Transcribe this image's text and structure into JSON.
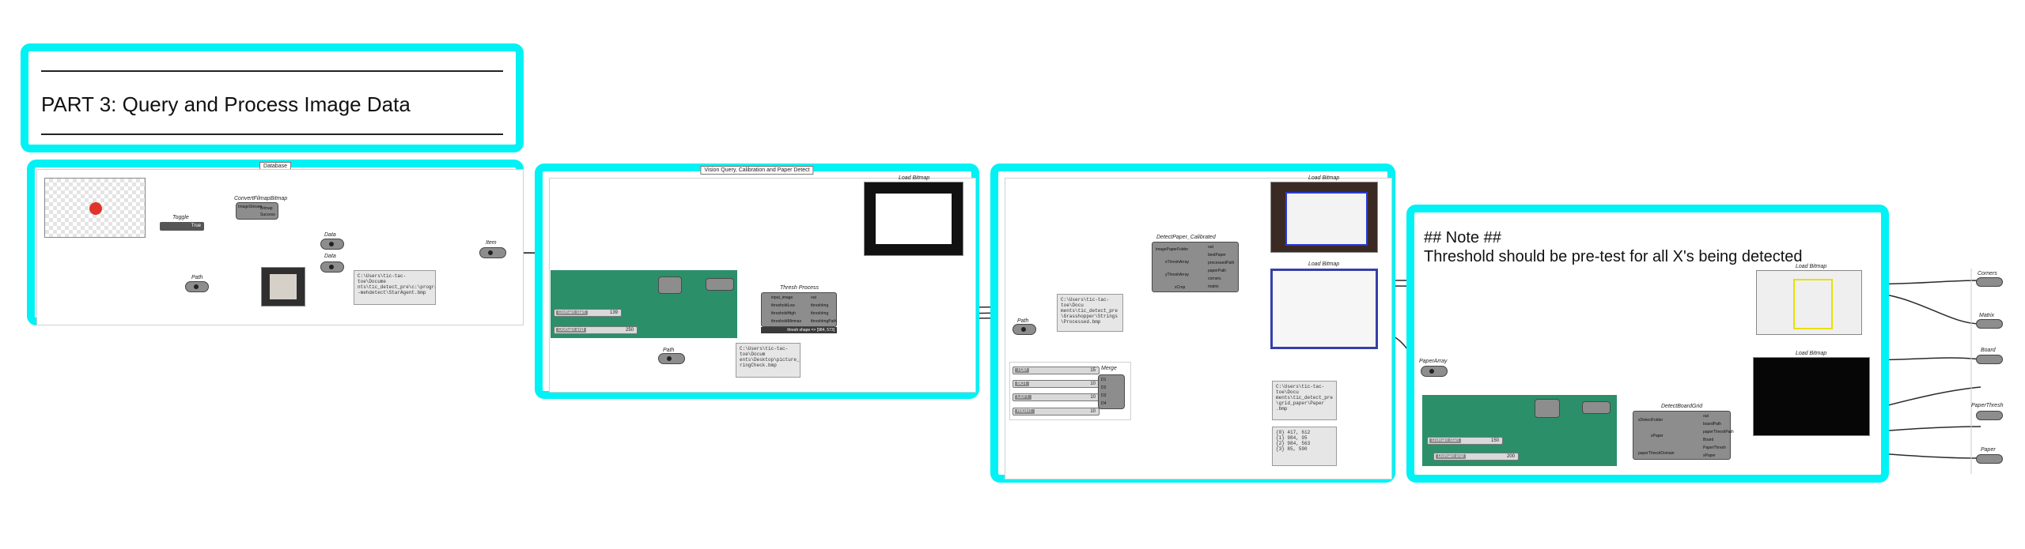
{
  "part_title": "PART 3: Query and Process Image Data",
  "groups": {
    "g1": "Database",
    "g2": "Vision Query, Calibration and Paper Detect"
  },
  "note": {
    "heading": "## Note ##",
    "body": "Threshold should be pre-test for all X's being detected"
  },
  "nodes": {
    "convert": {
      "label": "ConvertFilmapBitmap",
      "inputs": [
        "ImageStream"
      ],
      "outputs": [
        "Bitmap",
        "Success"
      ]
    },
    "toggle": {
      "label": "Toggle",
      "value": "True"
    },
    "data1": "Data",
    "data2": "Data",
    "path1": "Path",
    "path2": "Path",
    "path3": "Path",
    "item": "Item",
    "thresh": {
      "label": "Thresh Process",
      "inputs": [
        "input_image",
        "thresholdLow",
        "thresholdHigh",
        "thresholdMinmax"
      ],
      "outputs": [
        "out",
        "threshImg",
        "threshImg",
        "threshImgPath"
      ],
      "status": "thresh shape => [984, 573]"
    },
    "detect_paper": {
      "label": "DetectPaper_Calibrated",
      "inputs": [
        "imagePaperFolder",
        "xThreshArray",
        "yThreshArray",
        "xCrop"
      ],
      "outputs": [
        "out",
        "bestPaper",
        "processedPath",
        "paperPath",
        "corners",
        "matrix"
      ]
    },
    "merge": {
      "label": "Merge",
      "inputs": [
        "D1",
        "D2",
        "D3",
        "D4"
      ]
    },
    "paper_array": "PaperArray",
    "detect_board": {
      "label": "DetectBoardGrid",
      "inputs": [
        "xDetectFolder",
        "xPaper",
        "paperThreshDomain"
      ],
      "outputs": [
        "out",
        "boardPath",
        "paperThreshPath",
        "Board",
        "PaperThresh",
        "xPaper"
      ]
    }
  },
  "bitmaps": [
    "Load Bitmap",
    "Load Bitmap",
    "Load Bitmap",
    "Load Bitmap",
    "Load Bitmap"
  ],
  "sliders": {
    "a": [
      {
        "label": "Domain start",
        "value": "139"
      },
      {
        "label": "Domain end",
        "value": "250"
      }
    ],
    "m": [
      {
        "label": "TOP",
        "value": "15"
      },
      {
        "label": "BOT",
        "value": "10"
      },
      {
        "label": "LEFT",
        "value": "10"
      },
      {
        "label": "RIGHT",
        "value": "10"
      }
    ],
    "b": [
      {
        "label": "Domain start",
        "value": "150"
      },
      {
        "label": "Domain end",
        "value": "200"
      }
    ]
  },
  "panels": {
    "p1": "C:\\Users\\tic-tac-toe\\Docume\nnts\\tic_detect_pre\\c:\\programdata\\cell.Stile\n-mehdetect\\StarAgent.bmp",
    "p2": "C:\\Users\\tic-tac-toe\\Docum\nents\\Desktop\\picture_prep\\St\nringCheck.bmp",
    "p3": "C:\\Users\\tic-tac-toe\\Docu\nments\\tic_detect_pre\n\\Grasshopper\\Strings\n\\Processed.bmp",
    "p4": "C:\\Users\\tic-tac-toe\\Docu\nments\\tic_detect_pre\n\\grid_paper\\Paper\n.bmp",
    "p5": "{0} 417, 612\n{1} 984, 95\n{2} 984, 563\n{3} 85, 590"
  },
  "outputs": [
    "Corners",
    "Matrix",
    "Board",
    "PaperThresh",
    "Paper"
  ],
  "colors": {
    "group": "#00f2f4",
    "green": "#2b8f6a",
    "wire": "#2a2a2a",
    "red_wire": "#e0332a"
  }
}
